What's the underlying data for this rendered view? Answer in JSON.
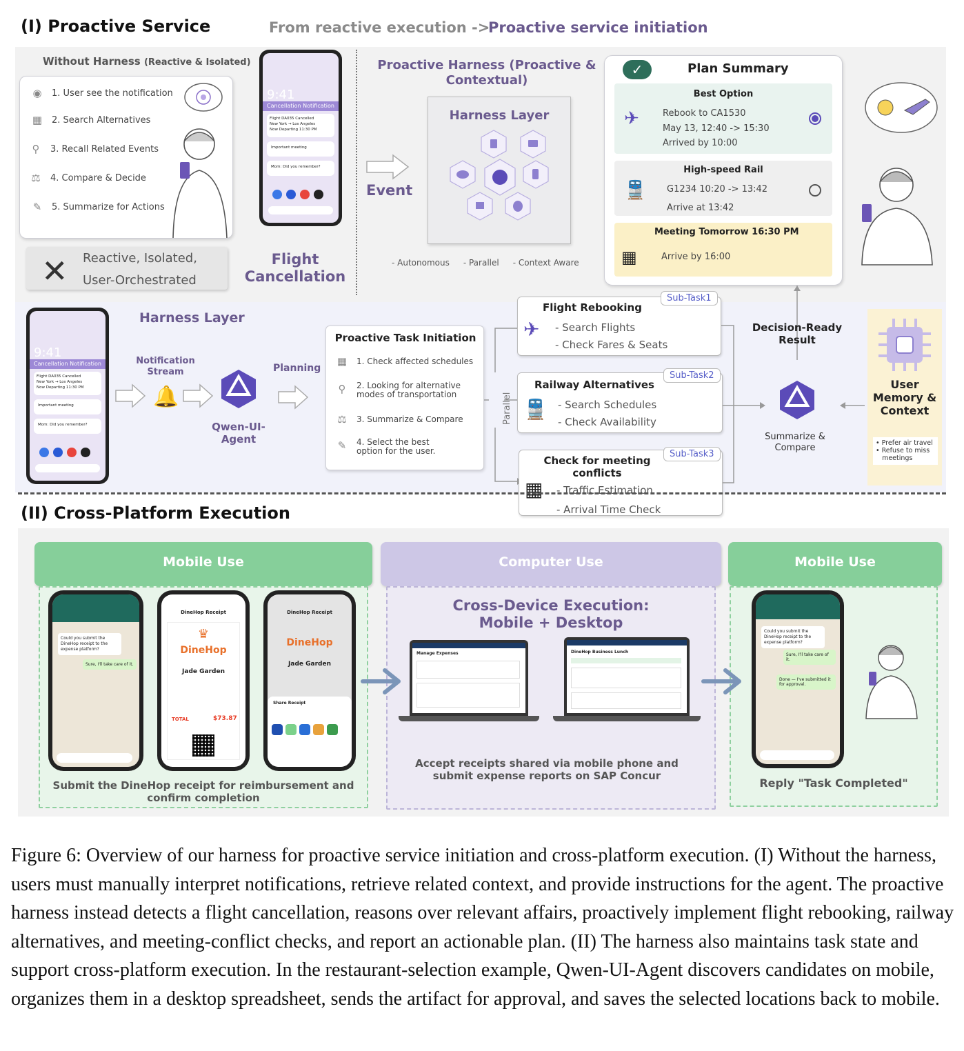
{
  "part1": {
    "title": "(I) Proactive Service",
    "transition_left": "From reactive execution ->",
    "transition_right": "Proactive service initiation"
  },
  "without": {
    "title": "Without Harness",
    "subtitle": "(Reactive & Isolated)",
    "steps": [
      "1. User see the notification",
      "2. Search Alternatives",
      "3. Recall Related Events",
      "4. Compare & Decide",
      "5. Summarize for Actions"
    ],
    "x_box_line1": "Reactive, Isolated,",
    "x_box_line2": "User-Orchestrated"
  },
  "phone_top": {
    "time": "9:41",
    "banner": "Cancellation Notification",
    "notif1_line1": "Flight DA035 Cancelled",
    "notif1_line2": "New York → Los Angeles",
    "notif1_line3": "Now Departing 11:30 PM",
    "notif2": "Important meeting",
    "notif3": "Mom: Did you remember?",
    "label_line1": "Flight",
    "label_line2": "Cancellation"
  },
  "proactive": {
    "title_line1": "Proactive Harness (Proactive &",
    "title_line2": "Contextual)",
    "event_label": "Event",
    "harness_layer": "Harness Layer",
    "features": [
      "- Autonomous",
      "- Parallel",
      "- Context Aware"
    ]
  },
  "plan": {
    "title": "Plan Summary",
    "best_title": "Best Option",
    "best_lines": [
      "Rebook to CA1530",
      "May 13, 12:40 -> 15:30",
      "Arrived by 10:00"
    ],
    "rail_title": "High-speed Rail",
    "rail_lines": [
      "G1234 10:20 -> 13:42",
      "Arrive at 13:42"
    ],
    "meeting_title": "Meeting Tomorrow  16:30 PM",
    "meeting_line": "Arrive by 16:00"
  },
  "harness_row": {
    "title": "Harness Layer",
    "notif_stream_line1": "Notification",
    "notif_stream_line2": "Stream",
    "planning": "Planning",
    "agent_line1": "Qwen-UI-",
    "agent_line2": "Agent",
    "pti_title": "Proactive Task Initiation",
    "pti_items": [
      "1. Check affected schedules",
      "2. Looking for alternative",
      "modes of transportation",
      "3. Summarize & Compare",
      "4. Select the best",
      "option for the user."
    ],
    "parallel": "Parallel",
    "subtasks": [
      {
        "tag": "Sub-Task1",
        "title": "Flight Rebooking",
        "lines": [
          "- Search Flights",
          "- Check Fares & Seats"
        ]
      },
      {
        "tag": "Sub-Task2",
        "title": "Railway Alternatives",
        "lines": [
          "- Search Schedules",
          "- Check Availability"
        ]
      },
      {
        "tag": "Sub-Task3",
        "title_line1": "Check for meeting",
        "title_line2": "conflicts",
        "lines": [
          "- Traffic Estimation",
          "- Arrival Time Check"
        ]
      }
    ],
    "decision_line1": "Decision-Ready",
    "decision_line2": "Result",
    "summ_line1": "Summarize &",
    "summ_line2": "Compare",
    "memory_line1": "User",
    "memory_line2": "Memory &",
    "memory_line3": "Context",
    "memory_notes": [
      "Prefer air travel",
      "Refuse to miss",
      "meetings"
    ]
  },
  "part2": {
    "title": "(II) Cross-Platform Execution",
    "mobile_left": "Mobile Use",
    "computer": "Computer Use",
    "mobile_right": "Mobile Use",
    "cross_line1": "Cross-Device Execution:",
    "cross_line2": "Mobile + Desktop",
    "left_caption_line1": "Submit the DineHop receipt for reimbursement and",
    "left_caption_line2": "confirm completion",
    "mid_caption_line1": "Accept receipts shared via mobile phone and",
    "mid_caption_line2": "submit expense reports on SAP Concur",
    "right_caption": "Reply \"Task Completed\"",
    "chat_q": "Could you submit the DineHop receipt to the expense platform?",
    "chat_a": "Sure, I'll take care of it.",
    "chat_done": "Done — I've submitted it for approval.",
    "receipt_header": "DineHop Receipt",
    "brand": "DineHop",
    "restaurant": "Jade Garden",
    "total_label": "TOTAL",
    "total_value": "$73.87",
    "share_title": "Share Receipt",
    "expenses_title": "Manage Expenses",
    "report_title": "DineHop Business Lunch"
  },
  "caption": "Figure 6: Overview of our harness for proactive service initiation and cross-platform execution. (I) Without the harness, users must manually interpret notifications, retrieve related context, and provide instructions for the agent. The proactive harness instead detects a flight cancellation, reasons over relevant affairs, proactively implement flight rebooking, railway alternatives, and meeting-conflict checks, and report an actionable plan. (II) The harness also maintains task state and support cross-platform execution. In the restaurant-selection example, Qwen-UI-Agent discovers candidates on mobile, organizes them in a desktop spreadsheet, sends the artifact for approval, and saves the selected locations back to mobile."
}
